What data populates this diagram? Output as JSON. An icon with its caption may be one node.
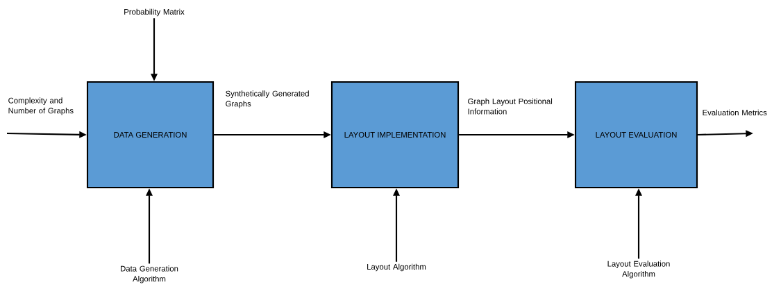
{
  "diagram": {
    "nodes": [
      {
        "text": [
          "DATA GENERATION"
        ]
      },
      {
        "text": [
          "LAYOUT IMPLEMENTATION"
        ]
      },
      {
        "text": [
          "LAYOUT EVALUATION"
        ]
      },
      {
        "text": [
          "Probability Matrix"
        ]
      },
      {
        "text": [
          "Data Generation Algorithm"
        ]
      },
      {
        "text": [
          "Layout Algorithm"
        ]
      },
      {
        "text": [
          "Layout Evaluation Algorithm"
        ]
      }
    ],
    "edges": [
      {
        "from": null,
        "to": 0,
        "arrow": "to",
        "label": "Complexity and Number of Graphs"
      },
      {
        "from": 3,
        "to": 0,
        "arrow": "to"
      },
      {
        "from": 4,
        "to": 0,
        "arrow": "to"
      },
      {
        "from": 0,
        "to": 1,
        "arrow": "to",
        "label": "Synthetically Generated Graphs"
      },
      {
        "from": 5,
        "to": 1,
        "arrow": "to"
      },
      {
        "from": 1,
        "to": 2,
        "arrow": "to",
        "label": "Graph Layout Positional Information"
      },
      {
        "from": 6,
        "to": 2,
        "arrow": "to"
      },
      {
        "from": 2,
        "to": null,
        "arrow": "to",
        "label": "Evaluation Metrics"
      }
    ]
  }
}
